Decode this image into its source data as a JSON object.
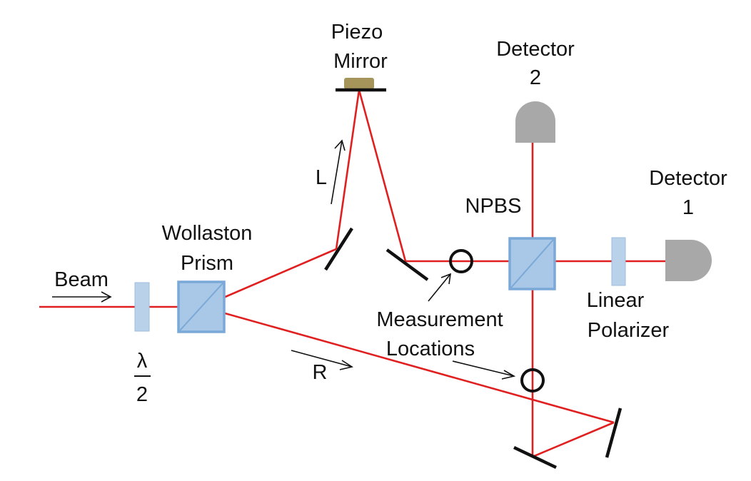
{
  "labels": {
    "piezo_line1": "Piezo",
    "piezo_line2": "Mirror",
    "detector2_line1": "Detector",
    "detector2_line2": "2",
    "detector1_line1": "Detector",
    "detector1_line2": "1",
    "npbs": "NPBS",
    "wollaston_line1": "Wollaston",
    "wollaston_line2": "Prism",
    "beam": "Beam",
    "path_l": "L",
    "path_r": "R",
    "measurement_line1": "Measurement",
    "measurement_line2": "Locations",
    "polarizer_line1": "Linear",
    "polarizer_line2": "Polarizer",
    "halfwave_numerator": "λ",
    "halfwave_denominator": "2"
  },
  "colors": {
    "beam": "#e02020",
    "optic_fill": "#a9c7e6",
    "optic_border": "#7aa9d8",
    "detector": "#a8a8a8",
    "piezo": "#a6955a",
    "ink": "#111111"
  }
}
